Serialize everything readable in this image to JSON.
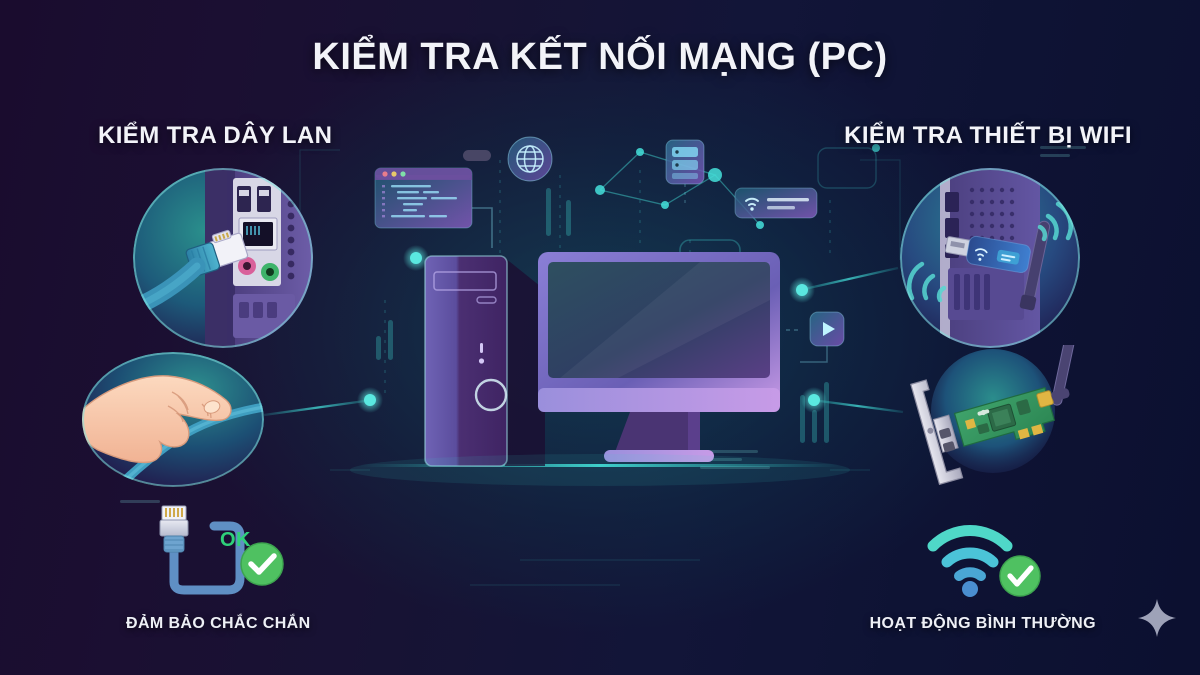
{
  "page": {
    "title": "KIỂM TRA KẾT NỐI MẠNG (PC)",
    "background_left_color": "#1a0c2e",
    "background_right_color": "#0c1030",
    "accent_color": "#3fd8d0",
    "success_color": "#4caf50"
  },
  "left_section": {
    "heading": "KIỂM TRA DÂY LAN",
    "caption": "ĐẢM BẢO CHẮC CHẮN",
    "badge_text": "OK",
    "illustrations": [
      {
        "name": "lan-cable-plugged-into-pc-port",
        "description": "RJ45 ethernet cable plugged into PC rear panel with USB ports and audio jacks"
      },
      {
        "name": "hand-holding-lan-cable",
        "description": "Hand gripping a network cable"
      }
    ],
    "result_icon": "ethernet-cable-icon",
    "status_icon": "check-circle-icon"
  },
  "right_section": {
    "heading": "KIỂM TRA THIẾT BỊ WIFI",
    "caption": "HOẠT ĐỘNG BÌNH THƯỜNG",
    "illustrations": [
      {
        "name": "usb-wifi-adapter-in-pc",
        "description": "USB WiFi dongle with antenna plugged into PC, emitting signal waves"
      },
      {
        "name": "pcie-wifi-card",
        "description": "Green PCIe wireless network card with metal bracket and antenna"
      }
    ],
    "result_icon": "wifi-signal-icon",
    "status_icon": "check-circle-icon"
  },
  "center_section": {
    "illustrations": [
      {
        "name": "desktop-pc-tower",
        "description": "Purple desktop computer tower with power button and drive bay"
      },
      {
        "name": "desktop-monitor",
        "description": "Widescreen monitor with dark teal screen"
      }
    ],
    "floating_cards": [
      {
        "name": "code-window-card",
        "description": "Code editor window with three traffic light dots and syntax lines"
      },
      {
        "name": "globe-icon-card",
        "description": "Globe / internet icon inside a circle"
      },
      {
        "name": "server-rack-card",
        "description": "Server stack icon card"
      },
      {
        "name": "wifi-notification-card",
        "description": "WiFi icon card with two text lines"
      },
      {
        "name": "media-play-card",
        "description": "Play button in a rounded square"
      }
    ]
  },
  "watermark": {
    "name": "sparkle-star",
    "shape": "four-pointed-star"
  }
}
